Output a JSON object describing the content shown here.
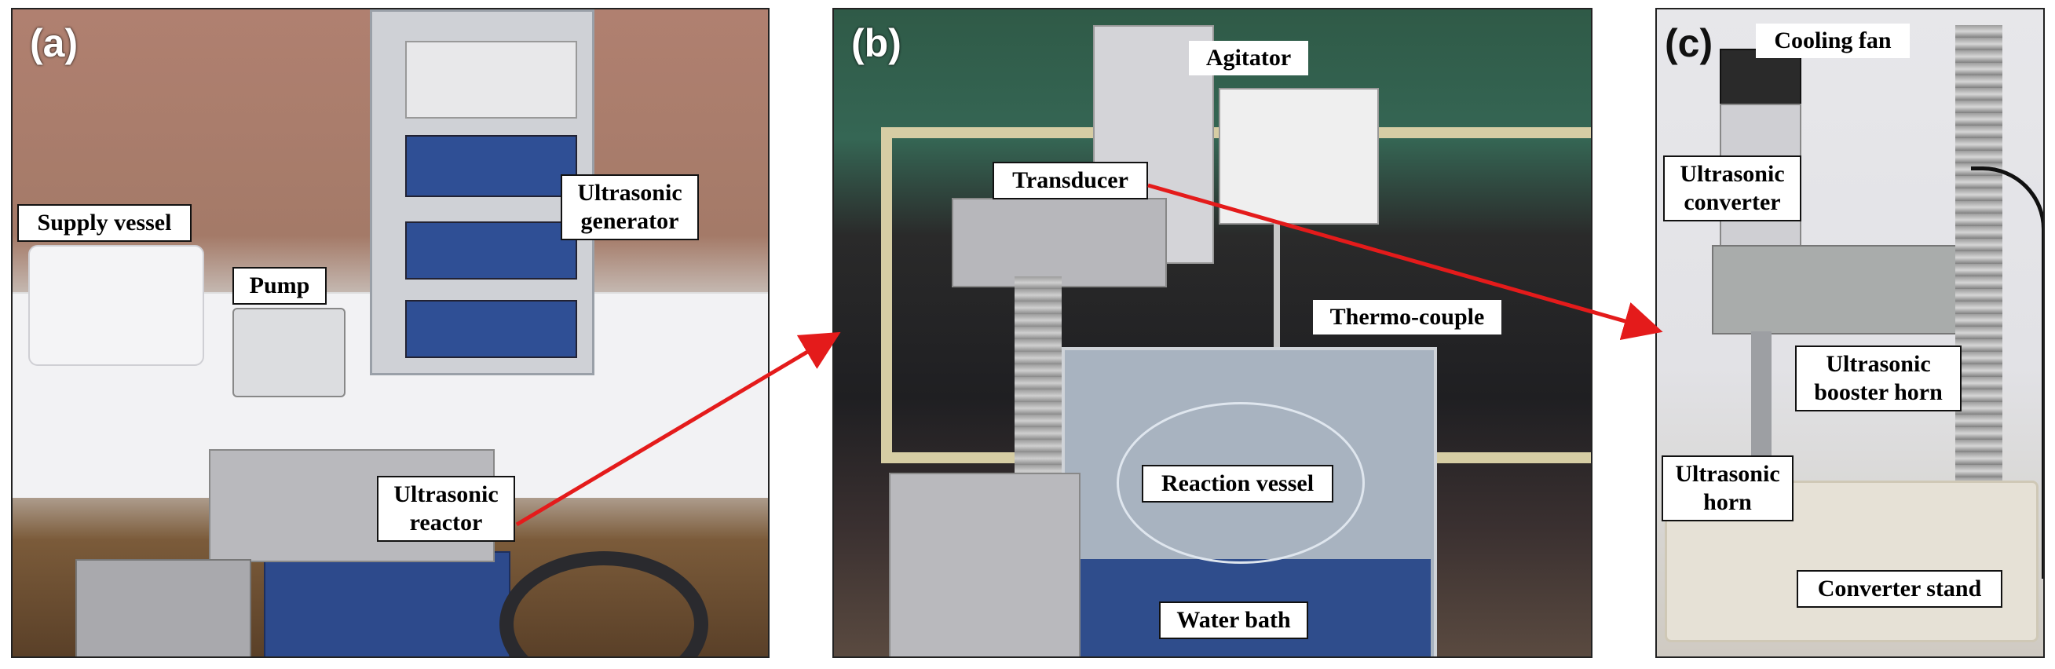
{
  "panels": {
    "a": {
      "label": "(a)",
      "callouts": {
        "supply_vessel": "Supply vessel",
        "pump": "Pump",
        "ultrasonic_generator": "Ultrasonic\ngenerator",
        "ultrasonic_reactor": "Ultrasonic\nreactor"
      }
    },
    "b": {
      "label": "(b)",
      "callouts": {
        "agitator": "Agitator",
        "transducer": "Transducer",
        "thermo_couple": "Thermo-couple",
        "reaction_vessel": "Reaction vessel",
        "water_bath": "Water bath"
      }
    },
    "c": {
      "label": "(c)",
      "callouts": {
        "cooling_fan": "Cooling fan",
        "ultrasonic_converter": "Ultrasonic\nconverter",
        "ultrasonic_booster_horn": "Ultrasonic\nbooster horn",
        "ultrasonic_horn": "Ultrasonic\nhorn",
        "converter_stand": "Converter stand"
      }
    }
  },
  "colors": {
    "arrow": "#e41b1b",
    "callout_border": "#111111"
  }
}
